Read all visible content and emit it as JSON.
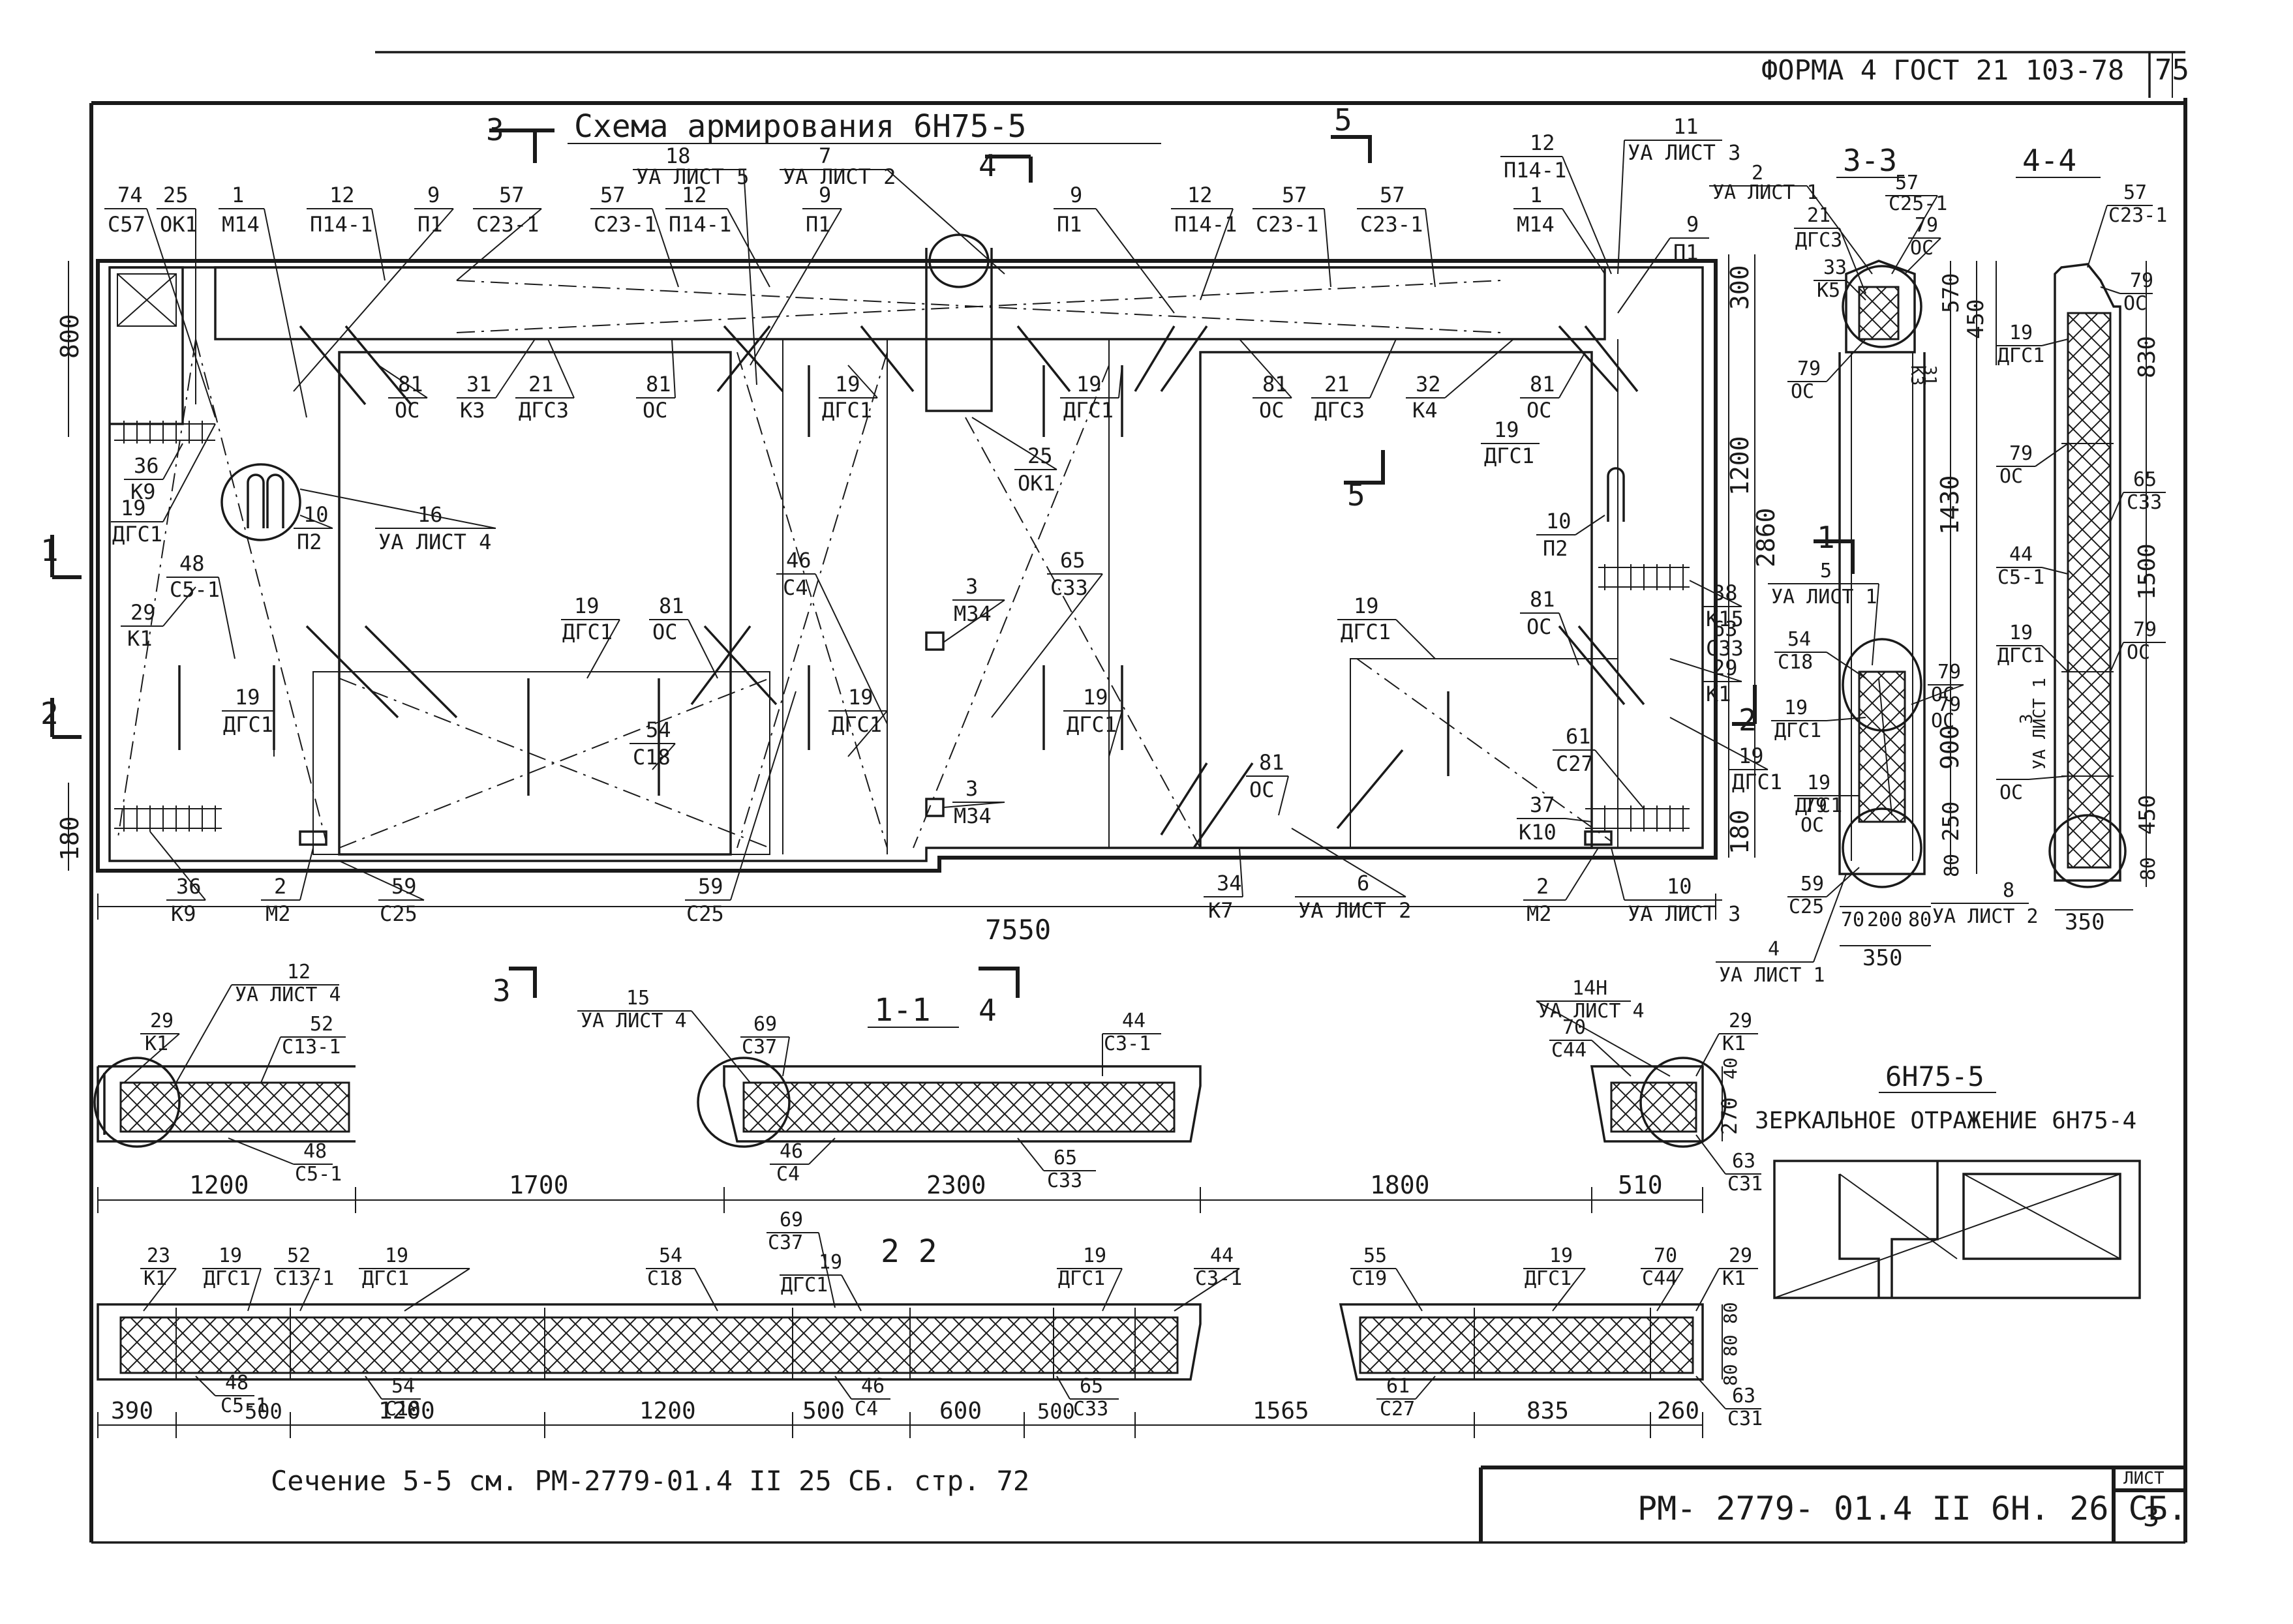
{
  "header": {
    "form": "ФОРМА 4 ГОСТ 21 103-78",
    "page": "75"
  },
  "main_title": "Схема армирования 6Н75-5",
  "section_views": {
    "s3": "3-3",
    "s4": "4-4",
    "s11": "1-1",
    "s22": "2 2"
  },
  "cut_markers": [
    "1",
    "2",
    "3",
    "4",
    "5"
  ],
  "elevation_callouts": [
    {
      "n": "74",
      "m": "С57"
    },
    {
      "n": "25",
      "m": "ОК1"
    },
    {
      "n": "1",
      "m": "М14"
    },
    {
      "n": "12",
      "m": "П14-1"
    },
    {
      "n": "9",
      "m": "П1"
    },
    {
      "n": "57",
      "m": "С23-1"
    },
    {
      "n": "57",
      "m": "С23-1"
    },
    {
      "n": "18",
      "m": "УА ЛИСТ 5"
    },
    {
      "n": "12",
      "m": "П14-1"
    },
    {
      "n": "7",
      "m": "УА ЛИСТ 2"
    },
    {
      "n": "9",
      "m": "П1"
    },
    {
      "n": "9",
      "m": "П1"
    },
    {
      "n": "12",
      "m": "П14-1"
    },
    {
      "n": "57",
      "m": "С23-1"
    },
    {
      "n": "57",
      "m": "С23-1"
    },
    {
      "n": "12",
      "m": "П14-1"
    },
    {
      "n": "11",
      "m": "УА ЛИСТ 3"
    },
    {
      "n": "1",
      "m": "М14"
    },
    {
      "n": "9",
      "m": "П1"
    },
    {
      "n": "81",
      "m": "ОС"
    },
    {
      "n": "31",
      "m": "К3"
    },
    {
      "n": "21",
      "m": "ДГС3"
    },
    {
      "n": "81",
      "m": "ОС"
    },
    {
      "n": "19",
      "m": "ДГС1"
    },
    {
      "n": "19",
      "m": "ДГС1"
    },
    {
      "n": "81",
      "m": "ОС"
    },
    {
      "n": "21",
      "m": "ДГС3"
    },
    {
      "n": "32",
      "m": "К4"
    },
    {
      "n": "81",
      "m": "ОС"
    },
    {
      "n": "19",
      "m": "ДГС1"
    },
    {
      "n": "25",
      "m": "ОК1"
    },
    {
      "n": "36",
      "m": "К9"
    },
    {
      "n": "19",
      "m": "ДГС1"
    },
    {
      "n": "10",
      "m": "П2"
    },
    {
      "n": "16",
      "m": "УА ЛИСТ 4"
    },
    {
      "n": "48",
      "m": "С5-1"
    },
    {
      "n": "29",
      "m": "К1"
    },
    {
      "n": "46",
      "m": "С4"
    },
    {
      "n": "65",
      "m": "С33"
    },
    {
      "n": "3",
      "m": "М34"
    },
    {
      "n": "10",
      "m": "П2"
    },
    {
      "n": "38",
      "m": "К15"
    },
    {
      "n": "63",
      "m": "С33"
    },
    {
      "n": "19",
      "m": "ДГС1"
    },
    {
      "n": "81",
      "m": "ОС"
    },
    {
      "n": "19",
      "m": "ДГС1"
    },
    {
      "n": "81",
      "m": "ОС"
    },
    {
      "n": "29",
      "m": "К1"
    },
    {
      "n": "19",
      "m": "ДГС1"
    },
    {
      "n": "19",
      "m": "ДГС1"
    },
    {
      "n": "19",
      "m": "ДГС1"
    },
    {
      "n": "54",
      "m": "С18"
    },
    {
      "n": "3",
      "m": "М34"
    },
    {
      "n": "81",
      "m": "ОС"
    },
    {
      "n": "61",
      "m": "С27"
    },
    {
      "n": "37",
      "m": "К10"
    },
    {
      "n": "19",
      "m": "ДГС1"
    },
    {
      "n": "36",
      "m": "К9"
    },
    {
      "n": "2",
      "m": "М2"
    },
    {
      "n": "59",
      "m": "С25"
    },
    {
      "n": "59",
      "m": "С25"
    },
    {
      "n": "34",
      "m": "К7"
    },
    {
      "n": "6",
      "m": "УА ЛИСТ 2"
    },
    {
      "n": "2",
      "m": "М2"
    },
    {
      "n": "10",
      "m": "УА ЛИСТ 3"
    },
    {
      "n": "15",
      "m": "УА ЛИСТ 4"
    },
    {
      "n": "12",
      "m": "УА ЛИСТ 4"
    },
    {
      "n": "14Н",
      "m": "УА ЛИСТ 4"
    }
  ],
  "elevation_dims": {
    "width_total": "7550",
    "left_top": "800",
    "left_bottom": "180",
    "right_top": "300",
    "right_mid": "1200",
    "right_total": "2860",
    "right_bottom": "180",
    "sec3_a": "570",
    "sec3_b": "450",
    "sec3_c": "1430",
    "sec3_d": "900",
    "sec3_e": "250",
    "sec3_f": "80",
    "sec3_w1": "70",
    "sec3_w2": "200",
    "sec3_w3": "80",
    "sec3_tot": "350",
    "sec4_a": "830",
    "sec4_b": "1500",
    "sec4_c": "450",
    "sec4_d": "80",
    "sec4_w": "350"
  },
  "section3_callouts": [
    {
      "n": "2",
      "m": "УА ЛИСТ 1"
    },
    {
      "n": "57",
      "m": "С25-1"
    },
    {
      "n": "21",
      "m": "ДГС3"
    },
    {
      "n": "79",
      "m": "ОС"
    },
    {
      "n": "33",
      "m": "К5"
    },
    {
      "n": "31",
      "m": "К3"
    },
    {
      "n": "79",
      "m": "ОС"
    },
    {
      "n": "5",
      "m": "УА ЛИСТ 1"
    },
    {
      "n": "54",
      "m": "С18"
    },
    {
      "n": "19",
      "m": "ДГС1"
    },
    {
      "n": "79",
      "m": "ОС"
    },
    {
      "n": "79",
      "m": "ОС"
    },
    {
      "n": "19",
      "m": "ДГС1"
    },
    {
      "n": "79",
      "m": "ОС"
    },
    {
      "n": "59",
      "m": "С25"
    },
    {
      "n": "4",
      "m": "УА ЛИСТ 1"
    },
    {
      "n": "8",
      "m": "УА ЛИСТ 2"
    }
  ],
  "section4_callouts": [
    {
      "n": "57",
      "m": "С23-1"
    },
    {
      "n": "79",
      "m": "ОС"
    },
    {
      "n": "19",
      "m": "ДГС1"
    },
    {
      "n": "79",
      "m": "ОС"
    },
    {
      "n": "65",
      "m": "С33"
    },
    {
      "n": "44",
      "m": "С5-1"
    },
    {
      "n": "19",
      "m": "ДГС1"
    },
    {
      "n": "79",
      "m": "ОС"
    },
    {
      "n": "3",
      "m": "УА ЛИСТ 1"
    },
    {
      "n": "",
      "m": "ОС"
    }
  ],
  "sec11_callouts": [
    {
      "n": "29",
      "m": "К1"
    },
    {
      "n": "52",
      "m": "С13-1"
    },
    {
      "n": "69",
      "m": "С37"
    },
    {
      "n": "44",
      "m": "С3-1"
    },
    {
      "n": "70",
      "m": "С44"
    },
    {
      "n": "29",
      "m": "К1"
    },
    {
      "n": "48",
      "m": "С5-1"
    },
    {
      "n": "46",
      "m": "С4"
    },
    {
      "n": "65",
      "m": "С33"
    },
    {
      "n": "63",
      "m": "С31"
    }
  ],
  "sec11_dims": [
    "1200",
    "1700",
    "2300",
    "1800",
    "510"
  ],
  "sec11_h": "270",
  "sec11_t": "40",
  "sec22_callouts": [
    {
      "n": "23",
      "m": "К1"
    },
    {
      "n": "19",
      "m": "ДГС1"
    },
    {
      "n": "52",
      "m": "С13-1"
    },
    {
      "n": "19",
      "m": "ДГС1"
    },
    {
      "n": "54",
      "m": "С18"
    },
    {
      "n": "69",
      "m": "С37"
    },
    {
      "n": "19",
      "m": "ДГС1"
    },
    {
      "n": "19",
      "m": "ДГС1"
    },
    {
      "n": "44",
      "m": "С3-1"
    },
    {
      "n": "55",
      "m": "С19"
    },
    {
      "n": "19",
      "m": "ДГС1"
    },
    {
      "n": "70",
      "m": "С44"
    },
    {
      "n": "29",
      "m": "К1"
    },
    {
      "n": "48",
      "m": "С5-1"
    },
    {
      "n": "54",
      "m": "С18"
    },
    {
      "n": "46",
      "m": "С4"
    },
    {
      "n": "65",
      "m": "С33"
    },
    {
      "n": "61",
      "m": "С27"
    },
    {
      "n": "63",
      "m": "С31"
    }
  ],
  "sec22_dims": [
    "390",
    "500",
    "1200",
    "1200",
    "500",
    "600",
    "500",
    "1565",
    "835",
    "260"
  ],
  "sec22_h": [
    "80",
    "80",
    "80"
  ],
  "mirror": {
    "title": "6Н75-5",
    "subtitle": "ЗЕРКАЛЬНОЕ ОТРАЖЕНИЕ 6Н75-4"
  },
  "note": "Сечение 5-5 см. РМ-2779-01.4 II 25 СБ. стр. 72",
  "stamp": {
    "doc": "РМ- 2779- 01.4 II 6Н. 26 СБ.",
    "sheet_label": "ЛИСТ",
    "sheet": "3"
  }
}
